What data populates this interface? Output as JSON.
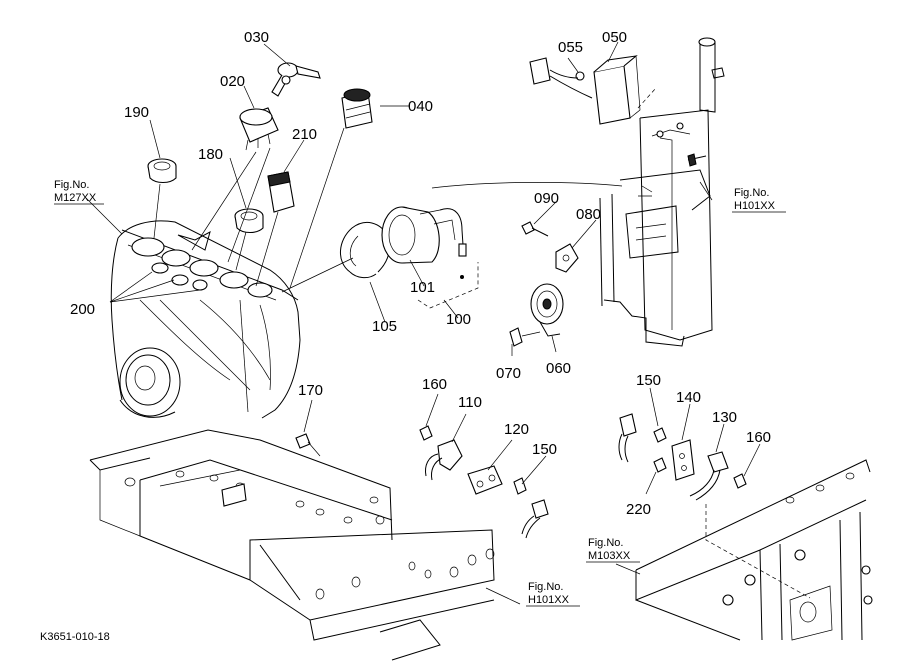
{
  "diagram": {
    "callouts": {
      "p030": "030",
      "p020": "020",
      "p040": "040",
      "p190": "190",
      "p180": "180",
      "p210": "210",
      "p200": "200",
      "p101": "101",
      "p105": "105",
      "p100": "100",
      "p055": "055",
      "p050": "050",
      "p090": "090",
      "p080": "080",
      "p060": "060",
      "p070": "070",
      "p170": "170",
      "p160a": "160",
      "p110": "110",
      "p120": "120",
      "p150a": "150",
      "p150b": "150",
      "p140": "140",
      "p130": "130",
      "p160b": "160",
      "p220": "220"
    },
    "figure_refs": {
      "m127_label": "Fig.No.",
      "m127_code": "M127XX",
      "h101_top_label": "Fig.No.",
      "h101_top_code": "H101XX",
      "h101_bottom_label": "Fig.No.",
      "h101_bottom_code": "H101XX",
      "m103_label": "Fig.No.",
      "m103_code": "M103XX"
    },
    "drawing_code": "K3651-010-18"
  }
}
